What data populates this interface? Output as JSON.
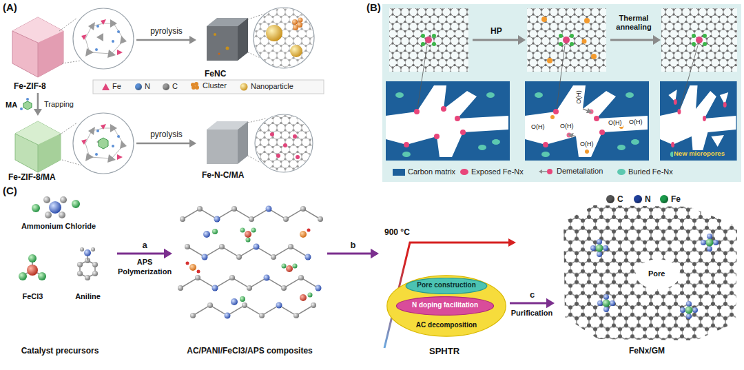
{
  "diagram": {
    "nodes": [
      {
        "text": [
          "Fe-ZIF-8"
        ]
      },
      {
        "text": [
          "FeNC"
        ]
      },
      {
        "text": [
          "Fe-ZIF-8/MA"
        ]
      },
      {
        "text": [
          "Fe-N-C/MA"
        ]
      },
      {
        "text": [
          "Catalyst precursors"
        ]
      },
      {
        "text": [
          "Ammonium Chloride"
        ],
        "in": 4
      },
      {
        "text": [
          "FeCl3"
        ],
        "in": 4
      },
      {
        "text": [
          "Aniline"
        ],
        "in": 4
      },
      {
        "text": [
          "AC/PANI/FeCl3/APS composites"
        ]
      },
      {
        "text": [
          "900 °C",
          "SPHTR"
        ]
      },
      {
        "text": [
          "AC decomposition"
        ],
        "in": 9
      },
      {
        "text": [
          "Pore construction"
        ],
        "in": 10
      },
      {
        "text": [
          "N doping facilitation"
        ],
        "in": 10
      },
      {
        "text": [
          "FeNx/GM"
        ]
      }
    ],
    "edges": [
      {
        "from": 0,
        "to": 1,
        "arrow": "to",
        "label": "pyrolysis"
      },
      {
        "from": 0,
        "to": 2,
        "arrow": "to",
        "label": "Trapping"
      },
      {
        "from": 2,
        "to": 3,
        "arrow": "to",
        "label": "pyrolysis"
      },
      {
        "from": 4,
        "to": 8,
        "arrow": "to",
        "label": "a"
      },
      {
        "from": 8,
        "to": 9,
        "arrow": "to",
        "label": "b"
      },
      {
        "from": 9,
        "to": 13,
        "arrow": "to",
        "label": "c"
      }
    ],
    "labels": [
      "(A)",
      "MA",
      "(B)",
      "HP",
      "Thermal annealing",
      "O(H)",
      "O(H)",
      "O(H)",
      "O(H)",
      "O(H)",
      "O(H)",
      "New micropores",
      "(C)",
      "APS",
      "Polymerization",
      "Purification",
      "Pore"
    ],
    "legend": [
      {
        "text": "Fe",
        "color": "#e0457b"
      },
      {
        "text": "N",
        "color": "#5b8fd6"
      },
      {
        "text": "C",
        "color": "#9a9a9a"
      },
      {
        "text": "Cluster"
      },
      {
        "text": "Nanoparticle"
      },
      {
        "text": "Carbon matrix",
        "color": "#1d5f9a"
      },
      {
        "text": "Exposed Fe-Nx",
        "color": "#e8457a"
      },
      {
        "text": "Demetallation"
      },
      {
        "text": "Buried Fe-Nx",
        "color": "#5cc8b0"
      },
      {
        "text": "C",
        "color": "#555555"
      },
      {
        "text": "N",
        "color": "#1f3f9a"
      },
      {
        "text": "Fe",
        "color": "#1a9a4a"
      }
    ]
  }
}
